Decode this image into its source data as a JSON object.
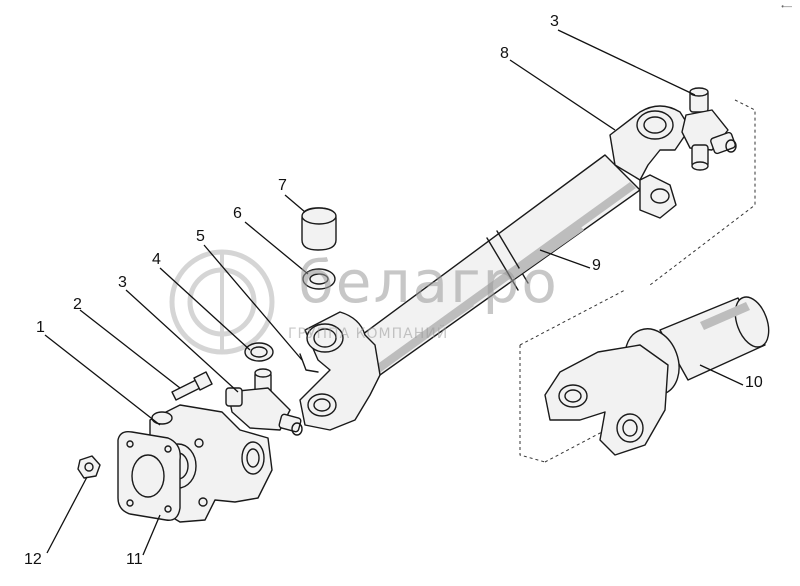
{
  "callouts": {
    "c1": "1",
    "c2": "2",
    "c3a": "3",
    "c3b": "3",
    "c4": "4",
    "c5": "5",
    "c6": "6",
    "c7": "7",
    "c8": "8",
    "c9": "9",
    "c10": "10",
    "c11": "11",
    "c12": "12"
  },
  "watermark": {
    "brand": "белагро",
    "tagline": "ГРУППА КОМПАНИЙ"
  },
  "corner_mark": "•—"
}
